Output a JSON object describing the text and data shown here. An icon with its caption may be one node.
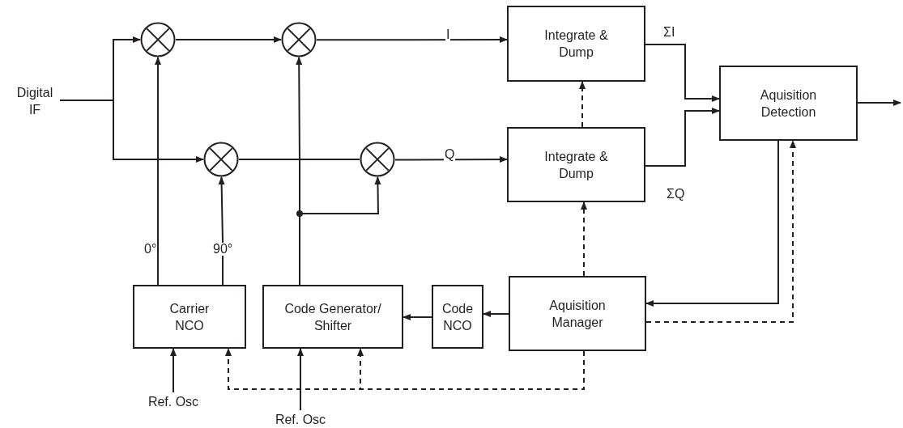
{
  "diagram": {
    "nodes": [
      {
        "text": [
          "Digital IF"
        ]
      },
      {
        "text": [],
        "shape": "circle"
      },
      {
        "text": [],
        "shape": "circle"
      },
      {
        "text": [],
        "shape": "circle"
      },
      {
        "text": [],
        "shape": "circle"
      },
      {
        "text": [
          "Integrate & Dump"
        ]
      },
      {
        "text": [
          "Integrate & Dump"
        ]
      },
      {
        "text": [
          "Aquisition Detection"
        ]
      },
      {
        "text": [
          "Carrier NCO"
        ]
      },
      {
        "text": [
          "Code Generator/ Shifter"
        ]
      },
      {
        "text": [
          "Code NCO"
        ]
      },
      {
        "text": [
          "Aquisition Manager"
        ]
      },
      {
        "text": [
          "Ref. Osc"
        ]
      },
      {
        "text": [
          "Ref. Osc"
        ]
      }
    ],
    "edges": [
      {
        "from": 0,
        "to": 1,
        "arrow": "to"
      },
      {
        "from": 0,
        "to": 3,
        "arrow": "to"
      },
      {
        "from": 1,
        "to": 2,
        "arrow": "to"
      },
      {
        "from": 2,
        "to": 5,
        "arrow": "to",
        "label": "I"
      },
      {
        "from": 3,
        "to": 4,
        "arrow": "none"
      },
      {
        "from": 4,
        "to": 6,
        "arrow": "to",
        "label": "Q"
      },
      {
        "from": 5,
        "to": 7,
        "arrow": "to",
        "label": "ΣI"
      },
      {
        "from": 6,
        "to": 7,
        "arrow": "to",
        "label": "ΣQ"
      },
      {
        "from": 7,
        "to": null,
        "arrow": "to"
      },
      {
        "from": 6,
        "to": 5,
        "arrow": "to",
        "style": "dashed"
      },
      {
        "from": 11,
        "to": 6,
        "arrow": "to",
        "style": "dashed"
      },
      {
        "from": 7,
        "to": 11,
        "arrow": "to"
      },
      {
        "from": 11,
        "to": 7,
        "arrow": "to",
        "style": "dashed"
      },
      {
        "from": 11,
        "to": 10,
        "arrow": "to"
      },
      {
        "from": 10,
        "to": 9,
        "arrow": "to"
      },
      {
        "from": 8,
        "to": 1,
        "arrow": "to",
        "label": "0°"
      },
      {
        "from": 8,
        "to": 3,
        "arrow": "to",
        "label": "90°"
      },
      {
        "from": 9,
        "to": 2,
        "arrow": "to"
      },
      {
        "from": 9,
        "to": 4,
        "arrow": "to"
      },
      {
        "from": 11,
        "to": 8,
        "arrow": "to",
        "style": "dashed"
      },
      {
        "from": 11,
        "to": 9,
        "arrow": "to",
        "style": "dashed"
      },
      {
        "from": 12,
        "to": 8,
        "arrow": "to"
      },
      {
        "from": 13,
        "to": 9,
        "arrow": "to"
      }
    ]
  }
}
